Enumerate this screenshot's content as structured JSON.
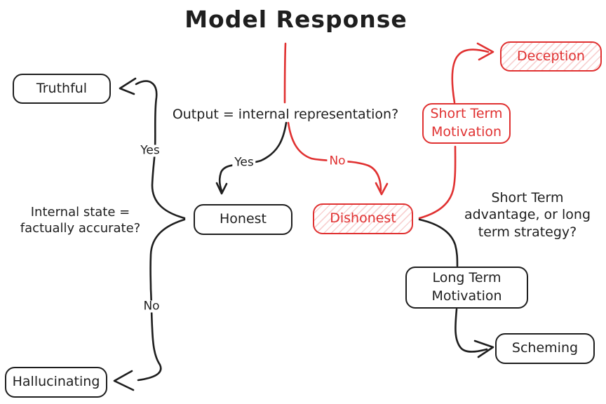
{
  "title": "Model Response",
  "colors": {
    "ink": "#1e1e1e",
    "red": "#e03131",
    "hatch": "rgba(224,49,49,0.22)",
    "bg": "#ffffff"
  },
  "nodes": {
    "truthful": {
      "label": "Truthful"
    },
    "honest": {
      "label": "Honest"
    },
    "dishonest": {
      "label": "Dishonest"
    },
    "deception": {
      "label": "Deception"
    },
    "short_term_motivation": {
      "label": "Short Term\nMotivation"
    },
    "long_term_motivation": {
      "label": "Long Term\nMotivation"
    },
    "scheming": {
      "label": "Scheming"
    },
    "hallucinating": {
      "label": "Hallucinating"
    }
  },
  "questions": {
    "output_vs_internal": "Output = internal representation?",
    "internal_state": "Internal state =\nfactually accurate?",
    "short_vs_long": "Short Term\nadvantage, or long\nterm strategy?"
  },
  "edge_labels": {
    "branch_yes": "Yes",
    "branch_no": "No",
    "accuracy_yes": "Yes",
    "accuracy_no": "No"
  }
}
